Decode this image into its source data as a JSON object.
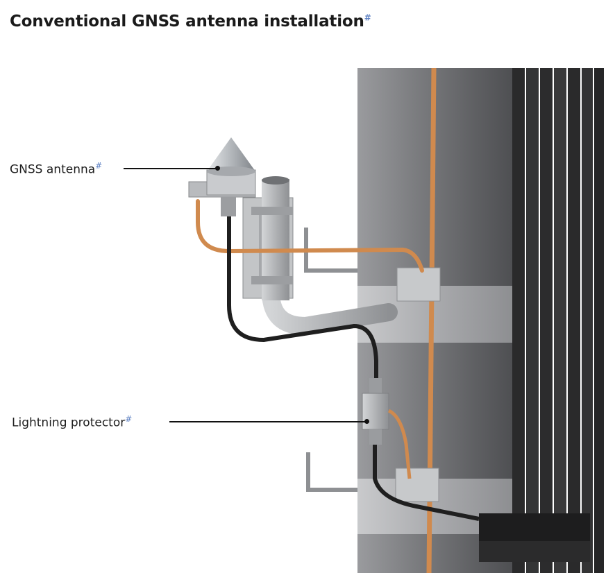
{
  "title": "Conventional GNSS antenna installation",
  "labels": {
    "gnss_antenna": "GNSS antenna",
    "lightning_protector": "Lightning protector"
  },
  "colors": {
    "pole": "#77787b",
    "copper": "#d08a4e",
    "cable": "#1f1f1f",
    "metal": "#b8babd",
    "mark": "#5b7fc2"
  }
}
